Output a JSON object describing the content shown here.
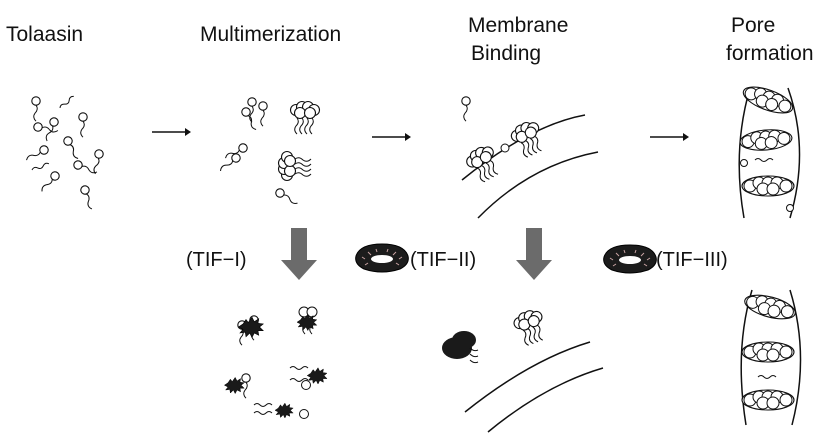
{
  "stages": {
    "tolaasin": "Tolaasin",
    "multimerization": "Multimerization",
    "membrane_line1": "Membrane",
    "membrane_line2": "Binding",
    "pore_line1": "Pore",
    "pore_line2": "formation"
  },
  "inhibitors": {
    "tif1": "(TIF−I)",
    "tif2": "(TIF−II)",
    "tif3": "(TIF−III)"
  },
  "colors": {
    "ink": "#111111",
    "down_arrow": "#6b6b6b",
    "inhibitor_fill": "#1a1a1a"
  }
}
